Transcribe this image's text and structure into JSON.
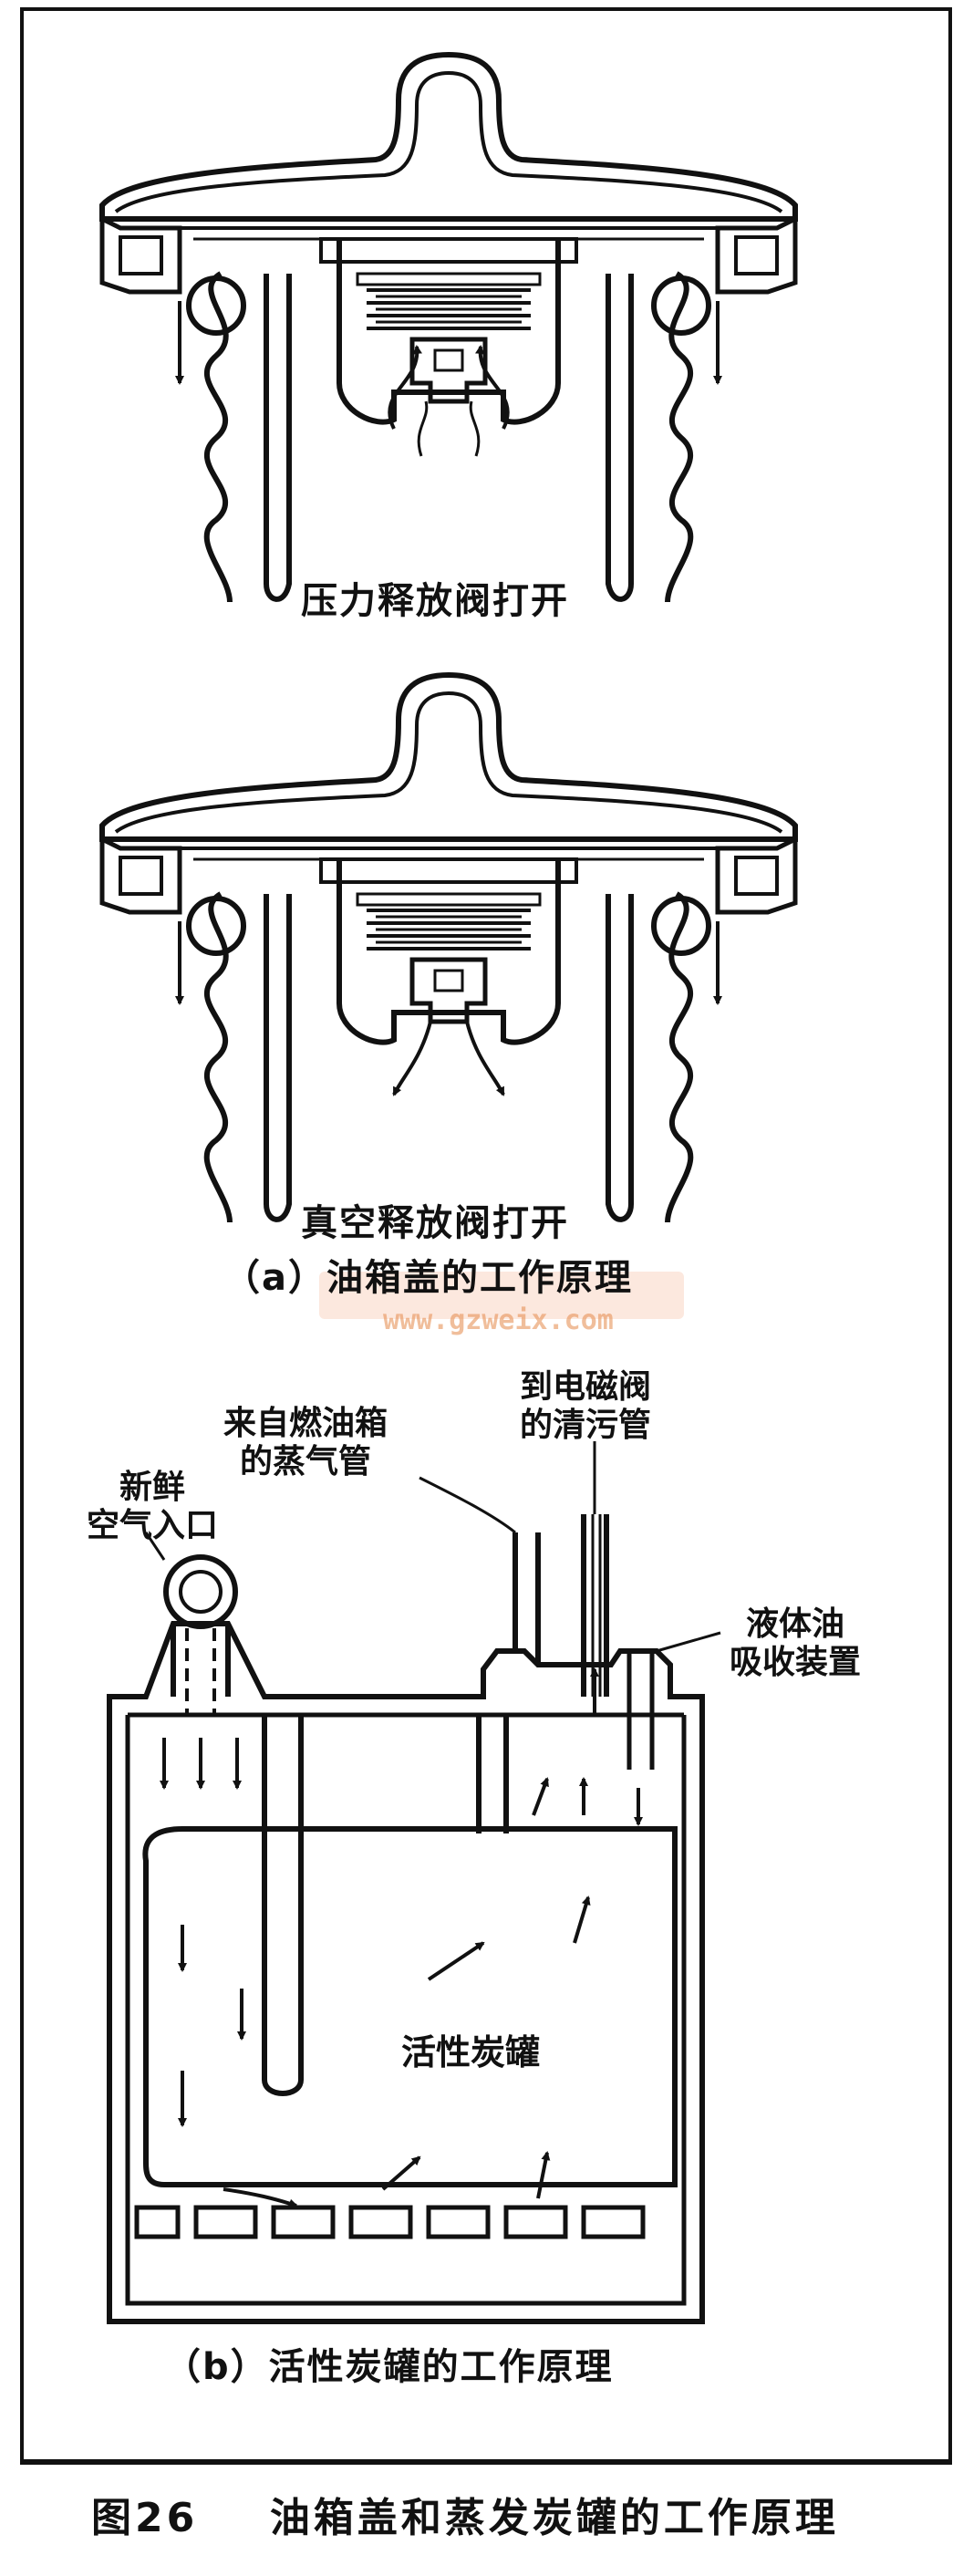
{
  "figure": {
    "number": "图26",
    "title": "油箱盖和蒸发炭罐的工作原理"
  },
  "panel_a": {
    "diagram1_caption": "压力释放阀打开",
    "diagram2_caption": "真空释放阀打开",
    "caption": "（a）油箱盖的工作原理"
  },
  "panel_b": {
    "caption": "（b）活性炭罐的工作原理",
    "labels": {
      "fresh_air": "新鲜\n空气入口",
      "vapor_tube": "来自燃油箱\n的蒸气管",
      "purge_tube": "到电磁阀\n的清污管",
      "liquid_absorb": "液体油\n吸收装置",
      "canister": "活性炭罐"
    }
  },
  "watermark": {
    "url": "www.gzweix.com"
  },
  "colors": {
    "line": "#111111",
    "background": "#ffffff",
    "watermark": "#e58a4b"
  }
}
